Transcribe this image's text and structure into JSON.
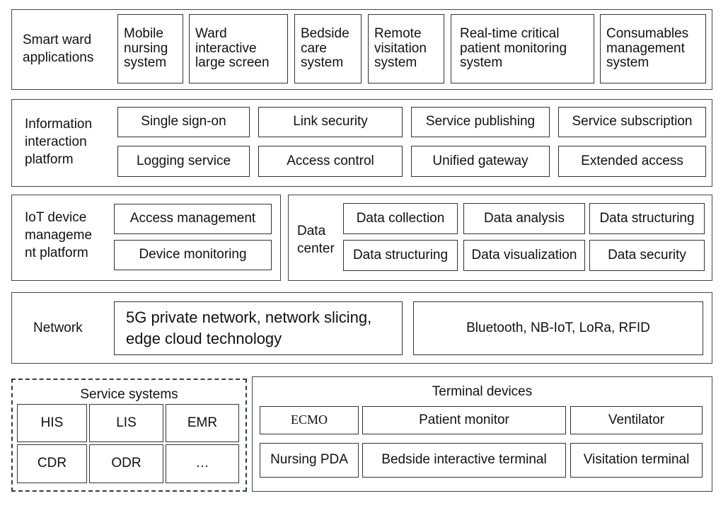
{
  "applications": {
    "label": "Smart ward applications",
    "items": [
      "Mobile nursing system",
      "Ward interactive large screen",
      "Bedside care system",
      "Remote visitation system",
      "Real-time critical patient monitoring system",
      "Consumables management system"
    ]
  },
  "platform": {
    "label": "Information interaction platform",
    "row1": [
      "Single sign-on",
      "Link security",
      "Service publishing",
      "Service subscription"
    ],
    "row2": [
      "Logging service",
      "Access control",
      "Unified gateway",
      "Extended access"
    ]
  },
  "iot": {
    "label": "IoT device manageme nt platform",
    "items": [
      "Access management",
      "Device monitoring"
    ]
  },
  "data_center": {
    "label": "Data center",
    "row1": [
      "Data collection",
      "Data analysis",
      "Data structuring"
    ],
    "row2": [
      "Data structuring",
      "Data visualization",
      "Data security"
    ]
  },
  "network": {
    "label": "Network",
    "items": [
      "5G private network, network slicing, edge cloud technology",
      "Bluetooth, NB-IoT, LoRa, RFID"
    ]
  },
  "service_systems": {
    "title": "Service systems",
    "items": [
      "HIS",
      "LIS",
      "EMR",
      "CDR",
      "ODR",
      "…"
    ]
  },
  "terminal_devices": {
    "title": "Terminal devices",
    "row1": [
      "ECMO",
      "Patient monitor",
      "Ventilator"
    ],
    "row2": [
      "Nursing PDA",
      "Bedside interactive terminal",
      "Visitation terminal"
    ]
  }
}
